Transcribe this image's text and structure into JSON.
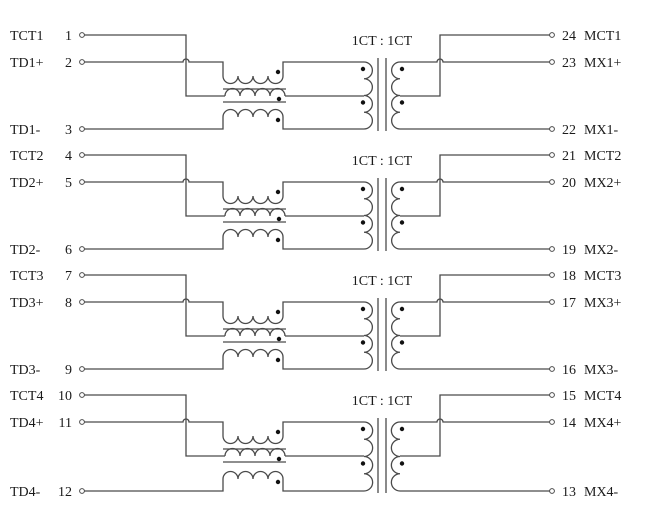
{
  "diagram": {
    "title": "Quad-port LAN magnetics schematic",
    "line_color": "#4a4a4a",
    "text_color": "#1a1a1a",
    "channels": [
      {
        "ratio_label": "1CT : 1CT",
        "left_pins": [
          {
            "name": "TCT1",
            "number": "1",
            "role": "center-tap"
          },
          {
            "name": "TD1+",
            "number": "2",
            "role": "plus"
          },
          {
            "name": "TD1-",
            "number": "3",
            "role": "minus"
          }
        ],
        "right_pins": [
          {
            "name": "MCT1",
            "number": "24",
            "role": "center-tap"
          },
          {
            "name": "MX1+",
            "number": "23",
            "role": "plus"
          },
          {
            "name": "MX1-",
            "number": "22",
            "role": "minus"
          }
        ]
      },
      {
        "ratio_label": "1CT : 1CT",
        "left_pins": [
          {
            "name": "TCT2",
            "number": "4",
            "role": "center-tap"
          },
          {
            "name": "TD2+",
            "number": "5",
            "role": "plus"
          },
          {
            "name": "TD2-",
            "number": "6",
            "role": "minus"
          }
        ],
        "right_pins": [
          {
            "name": "MCT2",
            "number": "21",
            "role": "center-tap"
          },
          {
            "name": "MX2+",
            "number": "20",
            "role": "plus"
          },
          {
            "name": "MX2-",
            "number": "19",
            "role": "minus"
          }
        ]
      },
      {
        "ratio_label": "1CT : 1CT",
        "left_pins": [
          {
            "name": "TCT3",
            "number": "7",
            "role": "center-tap"
          },
          {
            "name": "TD3+",
            "number": "8",
            "role": "plus"
          },
          {
            "name": "TD3-",
            "number": "9",
            "role": "minus"
          }
        ],
        "right_pins": [
          {
            "name": "MCT3",
            "number": "18",
            "role": "center-tap"
          },
          {
            "name": "MX3+",
            "number": "17",
            "role": "plus"
          },
          {
            "name": "MX3-",
            "number": "16",
            "role": "minus"
          }
        ]
      },
      {
        "ratio_label": "1CT : 1CT",
        "left_pins": [
          {
            "name": "TCT4",
            "number": "10",
            "role": "center-tap"
          },
          {
            "name": "TD4+",
            "number": "11",
            "role": "plus"
          },
          {
            "name": "TD4-",
            "number": "12",
            "role": "minus"
          }
        ],
        "right_pins": [
          {
            "name": "MCT4",
            "number": "15",
            "role": "center-tap"
          },
          {
            "name": "MX4+",
            "number": "14",
            "role": "plus"
          },
          {
            "name": "MX4-",
            "number": "13",
            "role": "minus"
          }
        ]
      }
    ]
  }
}
